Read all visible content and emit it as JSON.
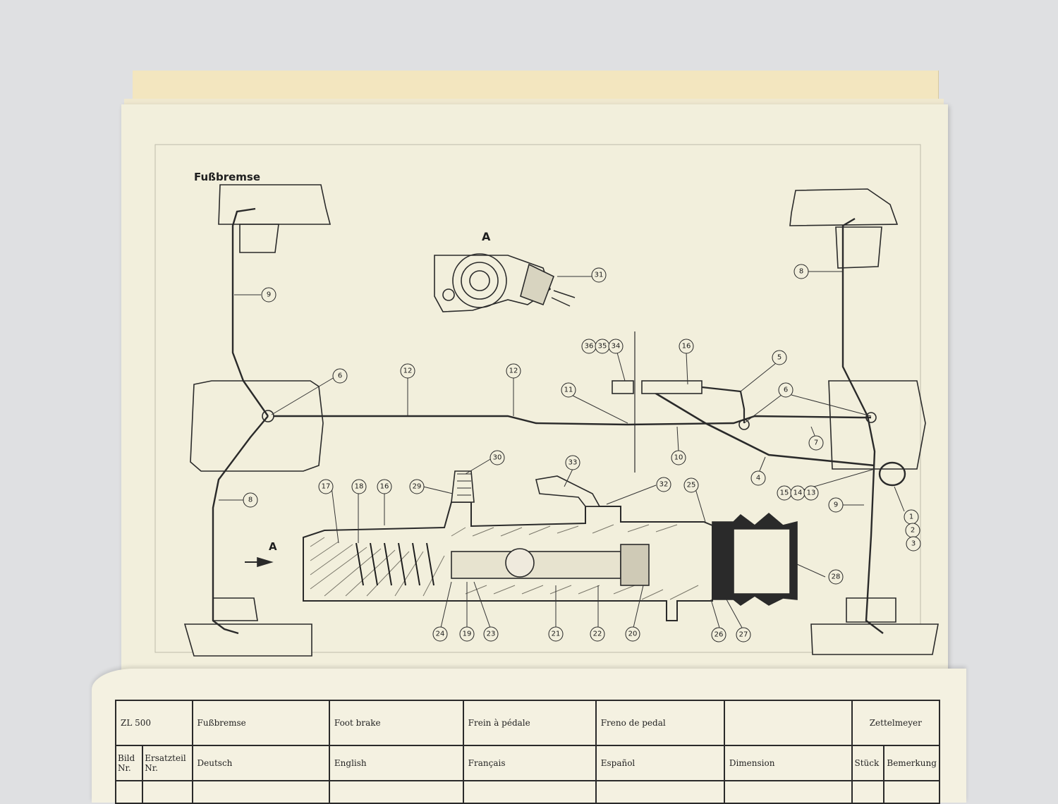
{
  "sheet": {
    "title": "Fußbremse",
    "view_label": "A",
    "arrow_label": "A"
  },
  "callouts": [
    {
      "id": "c9a",
      "label": "9"
    },
    {
      "id": "c8a",
      "label": "8"
    },
    {
      "id": "c6a",
      "label": "6"
    },
    {
      "id": "c12a",
      "label": "12"
    },
    {
      "id": "c12b",
      "label": "12"
    },
    {
      "id": "c31",
      "label": "31"
    },
    {
      "id": "c8b",
      "label": "8"
    },
    {
      "id": "c36",
      "label": "36"
    },
    {
      "id": "c35",
      "label": "35"
    },
    {
      "id": "c34",
      "label": "34"
    },
    {
      "id": "c16a",
      "label": "16"
    },
    {
      "id": "c5",
      "label": "5"
    },
    {
      "id": "c11",
      "label": "11"
    },
    {
      "id": "c6b",
      "label": "6"
    },
    {
      "id": "c7",
      "label": "7"
    },
    {
      "id": "c10",
      "label": "10"
    },
    {
      "id": "c4",
      "label": "4"
    },
    {
      "id": "c30",
      "label": "30"
    },
    {
      "id": "c33",
      "label": "33"
    },
    {
      "id": "c17",
      "label": "17"
    },
    {
      "id": "c18",
      "label": "18"
    },
    {
      "id": "c16b",
      "label": "16"
    },
    {
      "id": "c29",
      "label": "29"
    },
    {
      "id": "c32",
      "label": "32"
    },
    {
      "id": "c25",
      "label": "25"
    },
    {
      "id": "c15",
      "label": "15"
    },
    {
      "id": "c14",
      "label": "14"
    },
    {
      "id": "c13",
      "label": "13"
    },
    {
      "id": "c9b",
      "label": "9"
    },
    {
      "id": "c1",
      "label": "1"
    },
    {
      "id": "c2",
      "label": "2"
    },
    {
      "id": "c3",
      "label": "3"
    },
    {
      "id": "c28",
      "label": "28"
    },
    {
      "id": "c24",
      "label": "24"
    },
    {
      "id": "c19",
      "label": "19"
    },
    {
      "id": "c23",
      "label": "23"
    },
    {
      "id": "c21",
      "label": "21"
    },
    {
      "id": "c22",
      "label": "22"
    },
    {
      "id": "c20",
      "label": "20"
    },
    {
      "id": "c26",
      "label": "26"
    },
    {
      "id": "c27",
      "label": "27"
    }
  ],
  "table": {
    "model": "ZL 500",
    "title_de": "Fußbremse",
    "title_en": "Foot brake",
    "title_fr": "Frein à pédale",
    "title_es": "Freno de pedal",
    "brand": "Zettelmeyer",
    "col_bild": "Bild Nr.",
    "col_ersatzteil": "Ersatzteil Nr.",
    "col_deutsch": "Deutsch",
    "col_english": "English",
    "col_francais": "Français",
    "col_espanol": "Español",
    "col_dimension": "Dimension",
    "col_stueck": "Stück",
    "col_bemerkung": "Bemerkung"
  }
}
